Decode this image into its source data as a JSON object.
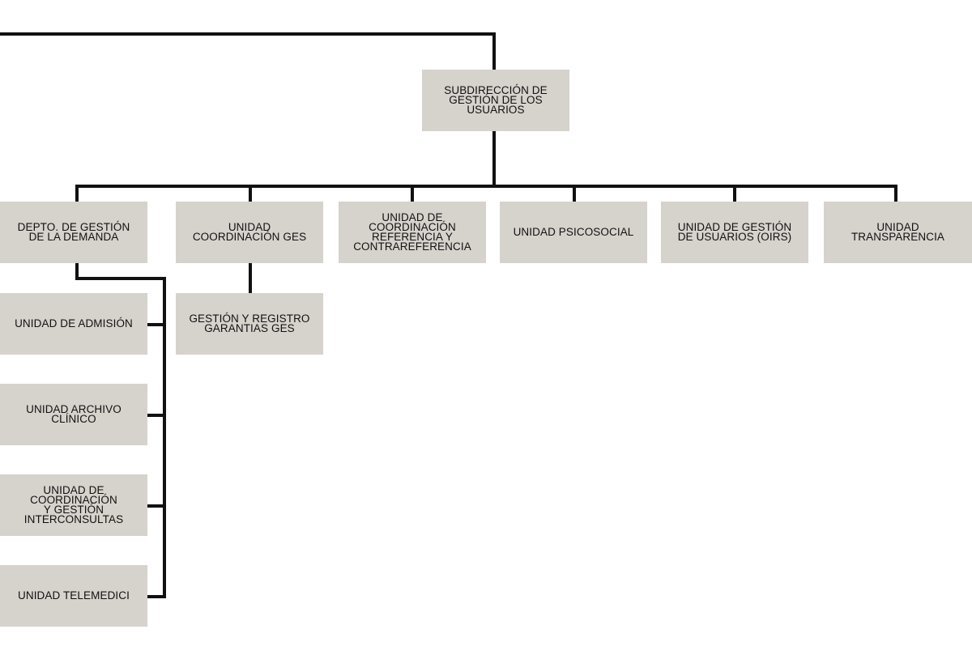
{
  "org_chart": {
    "root": {
      "label": "SUBDIRECCIÓN DE\nGESTIÓN DE LOS\nUSUARIOS"
    },
    "level1": [
      {
        "label": "DEPTO. DE GESTIÓN\nDE LA DEMANDA"
      },
      {
        "label": "UNIDAD\nCOORDINACIÓN GES"
      },
      {
        "label": "UNIDAD DE\nCOORDINACIÓN\nREFERENCIA Y\nCONTRAREFERENCIA"
      },
      {
        "label": "UNIDAD PSICOSOCIAL"
      },
      {
        "label": "UNIDAD DE GESTIÓN\nDE USUARIOS (OIRS)"
      },
      {
        "label": "UNIDAD\nTRANSPARENCIA"
      }
    ],
    "demanda_children": [
      {
        "label": "UNIDAD DE ADMISIÓN"
      },
      {
        "label": "UNIDAD ARCHIVO\nCLÍNICO"
      },
      {
        "label": "UNIDAD DE\nCOORDINACIÓN\nY GESTIÓN\nINTERCONSULTAS"
      },
      {
        "label": "UNIDAD TELEMEDICI"
      }
    ],
    "ges_children": [
      {
        "label": "GESTIÓN Y REGISTRO\nGARANTIAS GES"
      }
    ]
  }
}
